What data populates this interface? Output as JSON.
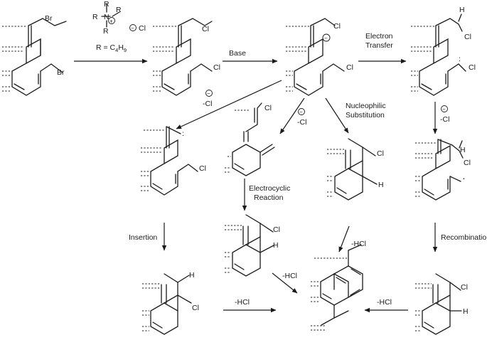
{
  "atoms": {
    "br": "Br",
    "cl": "Cl",
    "h": "H",
    "n": "N",
    "r": "R",
    "charge_plus": "+",
    "charge_minus": "−",
    "radical_dot": "·",
    "lone_pair": ":"
  },
  "reagent": {
    "counterion": "Cl",
    "r_definition": "R = C",
    "r_subscript": "4",
    "r_suffix": "H",
    "r_subscript2": "9"
  },
  "steps": {
    "base": "Base",
    "electron_transfer_line1": "Electron",
    "electron_transfer_line2": "Transfer",
    "minus_cl": "-Cl",
    "nucleophilic_line1": "Nucleophilic",
    "nucleophilic_line2": "Substitution",
    "electrocyclic_line1": "Electrocyclic",
    "electrocyclic_line2": "Reaction",
    "insertion": "Insertion",
    "recombination": "Recombination",
    "minus_hcl": "-HCl"
  }
}
